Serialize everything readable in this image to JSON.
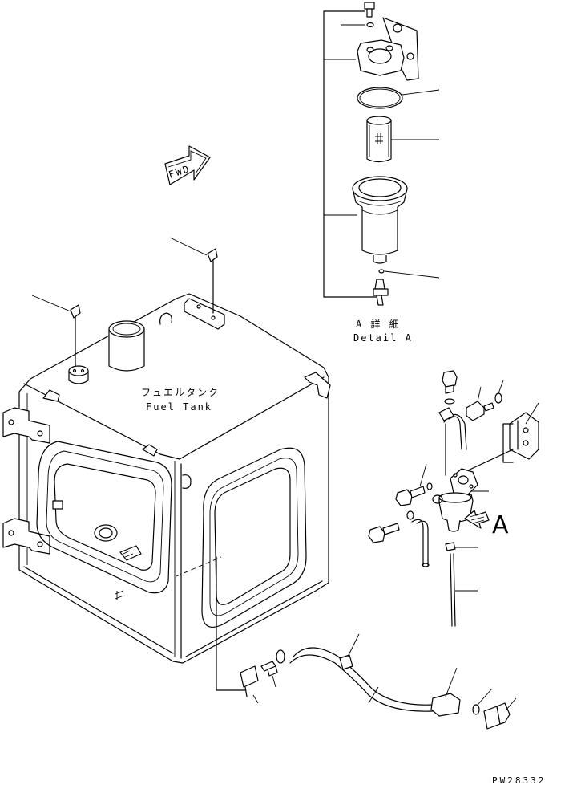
{
  "labels": {
    "tank_jp": "フュエルタンク",
    "tank_en": "Fuel Tank",
    "detail_jp": "A 詳 細",
    "detail_en": "Detail A",
    "view_letter": "A",
    "fwd": "FWD",
    "drawing_code": "PW28332"
  },
  "colors": {
    "line": "#000000",
    "background": "#ffffff"
  },
  "icons": [
    "fwd-arrow-icon",
    "view-arrow-icon"
  ]
}
